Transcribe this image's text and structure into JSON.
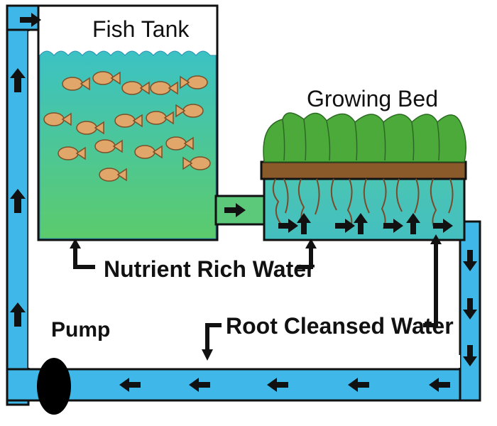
{
  "labels": {
    "fish_tank": "Fish Tank",
    "growing_bed": "Growing Bed",
    "nutrient_water": "Nutrient Rich Water",
    "root_water": "Root Cleansed Water",
    "pump": "Pump"
  },
  "colors": {
    "pipe": "#3fb7e8",
    "pipe_edge": "#111111",
    "tank_water": "#3cc2b0",
    "tank_water_deep": "#5cc87a",
    "fish": "#e0a66a",
    "plants": "#4caa3a",
    "soil": "#8b5a2b",
    "roots": "#7a4a2a",
    "pump": "#000000",
    "arrow": "#111111"
  }
}
